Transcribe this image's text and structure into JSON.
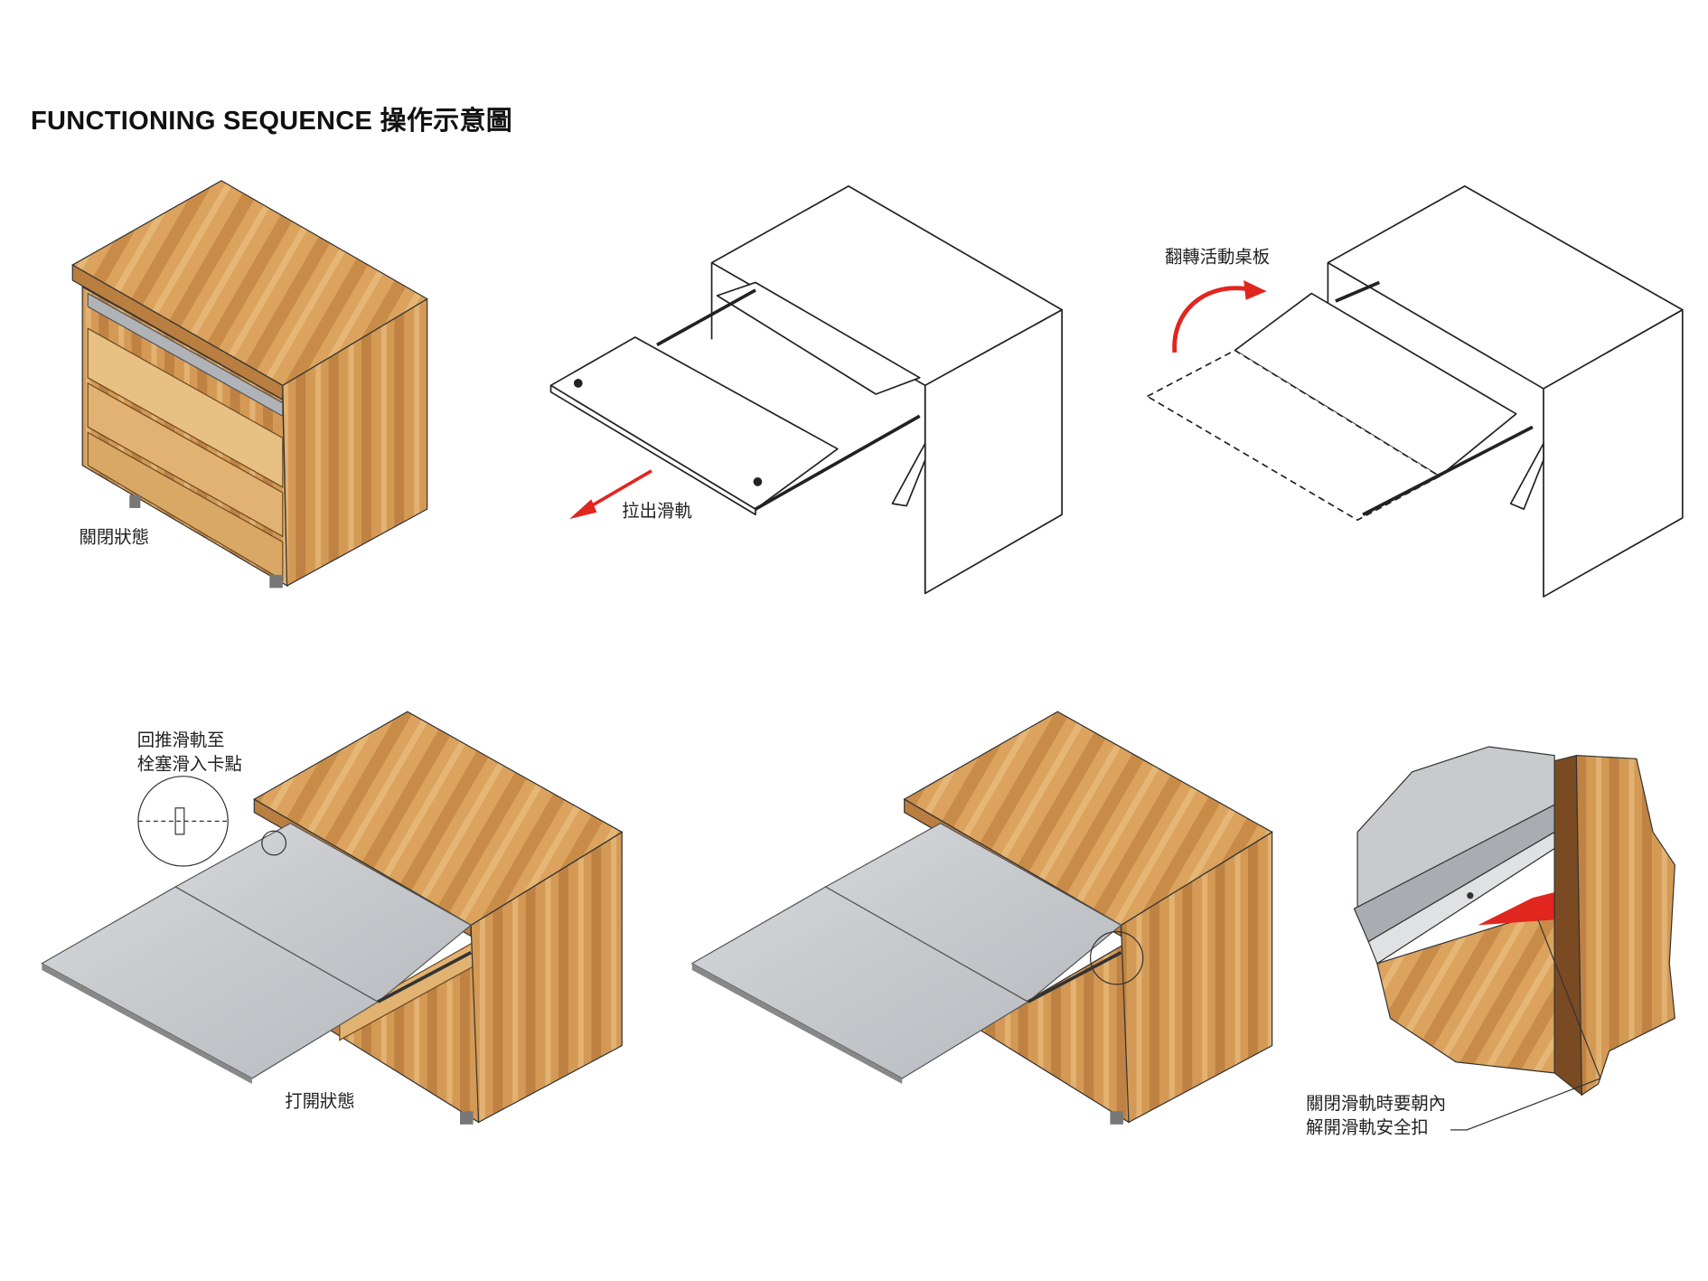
{
  "title": "FUNCTIONING SEQUENCE  操作示意圖",
  "steps": {
    "closed": "關閉狀態",
    "pull_rail": "拉出滑軌",
    "flip_top": "翻轉活動桌板",
    "push_back_1": "回推滑軌至",
    "push_back_2": "栓塞滑入卡點",
    "open": "打開狀態",
    "release_1": "關閉滑軌時要朝內",
    "release_2": "解開滑軌安全扣"
  },
  "colors": {
    "wood": "#d9a25c",
    "wood_dark": "#c08544",
    "arrow": "#e0261f",
    "panel": "#c9cbcf"
  }
}
